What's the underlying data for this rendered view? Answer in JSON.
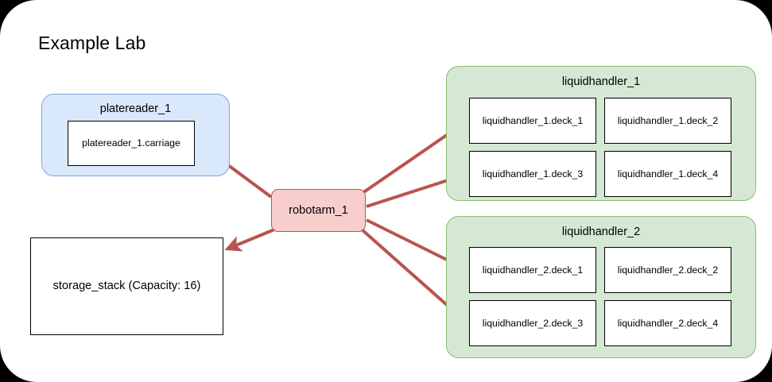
{
  "diagram": {
    "title": "Example Lab",
    "background_color": "#000000",
    "panel_color": "#ffffff",
    "edge_color": "#b85450"
  },
  "groups": [
    {
      "id": "platereader_1",
      "title": "platereader_1",
      "fill": "#dae8fc",
      "stroke": "#6c8ebf",
      "children": [
        {
          "id": "platereader_1.carriage",
          "label": "platereader_1.carriage"
        }
      ]
    },
    {
      "id": "liquidhandler_1",
      "title": "liquidhandler_1",
      "fill": "#d5e8d4",
      "stroke": "#82b366",
      "children": [
        {
          "id": "liquidhandler_1.deck_1",
          "label": "liquidhandler_1.deck_1"
        },
        {
          "id": "liquidhandler_1.deck_2",
          "label": "liquidhandler_1.deck_2"
        },
        {
          "id": "liquidhandler_1.deck_3",
          "label": "liquidhandler_1.deck_3"
        },
        {
          "id": "liquidhandler_1.deck_4",
          "label": "liquidhandler_1.deck_4"
        }
      ]
    },
    {
      "id": "liquidhandler_2",
      "title": "liquidhandler_2",
      "fill": "#d5e8d4",
      "stroke": "#82b366",
      "children": [
        {
          "id": "liquidhandler_2.deck_1",
          "label": "liquidhandler_2.deck_1"
        },
        {
          "id": "liquidhandler_2.deck_2",
          "label": "liquidhandler_2.deck_2"
        },
        {
          "id": "liquidhandler_2.deck_3",
          "label": "liquidhandler_2.deck_3"
        },
        {
          "id": "liquidhandler_2.deck_4",
          "label": "liquidhandler_2.deck_4"
        }
      ]
    }
  ],
  "nodes": {
    "robotarm": {
      "id": "robotarm_1",
      "label": "robotarm_1",
      "fill": "#f8cecc",
      "stroke": "#b85450"
    },
    "storage": {
      "id": "storage_stack",
      "label": "storage_stack (Capacity: 16)",
      "capacity": 16
    }
  },
  "edges": [
    {
      "from": "robotarm_1",
      "to": "platereader_1.carriage"
    },
    {
      "from": "robotarm_1",
      "to": "storage_stack"
    },
    {
      "from": "robotarm_1",
      "to": "liquidhandler_1.deck_1"
    },
    {
      "from": "robotarm_1",
      "to": "liquidhandler_1.deck_3"
    },
    {
      "from": "robotarm_1",
      "to": "liquidhandler_2.deck_1"
    },
    {
      "from": "robotarm_1",
      "to": "liquidhandler_2.deck_3"
    }
  ]
}
